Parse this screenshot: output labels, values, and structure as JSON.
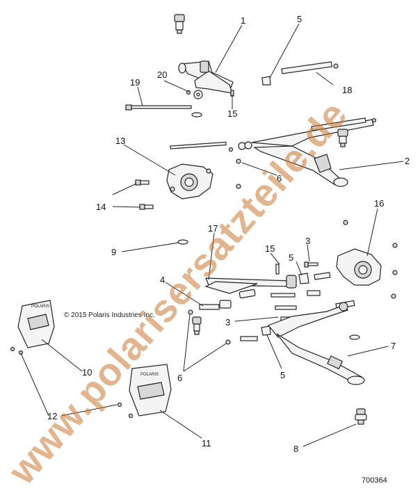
{
  "copyright": "© 2015 Polaris Industries Inc.",
  "document_number": "700364",
  "watermark": "www.polarisersatzteile.de",
  "callouts": {
    "c1": "1",
    "c2": "2",
    "c3a": "3",
    "c3b": "3",
    "c4": "4",
    "c5a": "5",
    "c5b": "5",
    "c5c": "5",
    "c6a": "6",
    "c6b": "6",
    "c7": "7",
    "c8": "8",
    "c9": "9",
    "c10": "10",
    "c11": "11",
    "c12": "12",
    "c13": "13",
    "c14": "14",
    "c15a": "15",
    "c15b": "15",
    "c16": "16",
    "c17": "17",
    "c18": "18",
    "c19": "19",
    "c20": "20"
  },
  "guard_logo": "POLARIS",
  "colors": {
    "watermark": "#cc7a33",
    "line": "#222222"
  }
}
